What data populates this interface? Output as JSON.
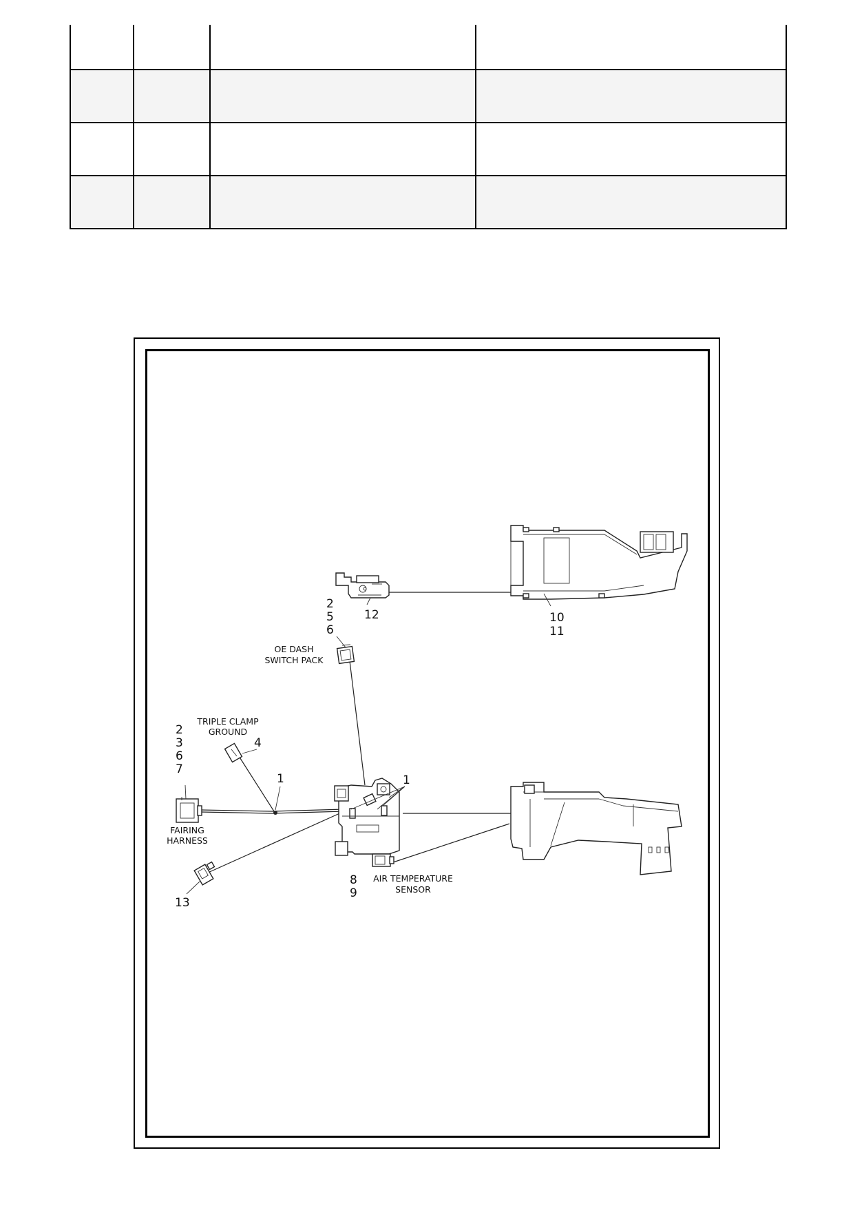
{
  "callouts": {
    "c12": "12",
    "c2a": "2",
    "c5": "5",
    "c6a": "6",
    "c10": "10",
    "c11": "11",
    "c2b": "2",
    "c3": "3",
    "c6b": "6",
    "c7": "7",
    "c4": "4",
    "c1a": "1",
    "c1b": "1",
    "c8": "8",
    "c9": "9",
    "c13": "13"
  },
  "labels": {
    "oe_dash_1": "OE DASH",
    "oe_dash_2": "SWITCH PACK",
    "triple_clamp_1": "TRIPLE CLAMP",
    "triple_clamp_2": "GROUND",
    "fairing_1": "FAIRING",
    "fairing_2": "HARNESS",
    "air_temp_1": "AIR TEMPERATURE",
    "air_temp_2": "SENSOR"
  }
}
